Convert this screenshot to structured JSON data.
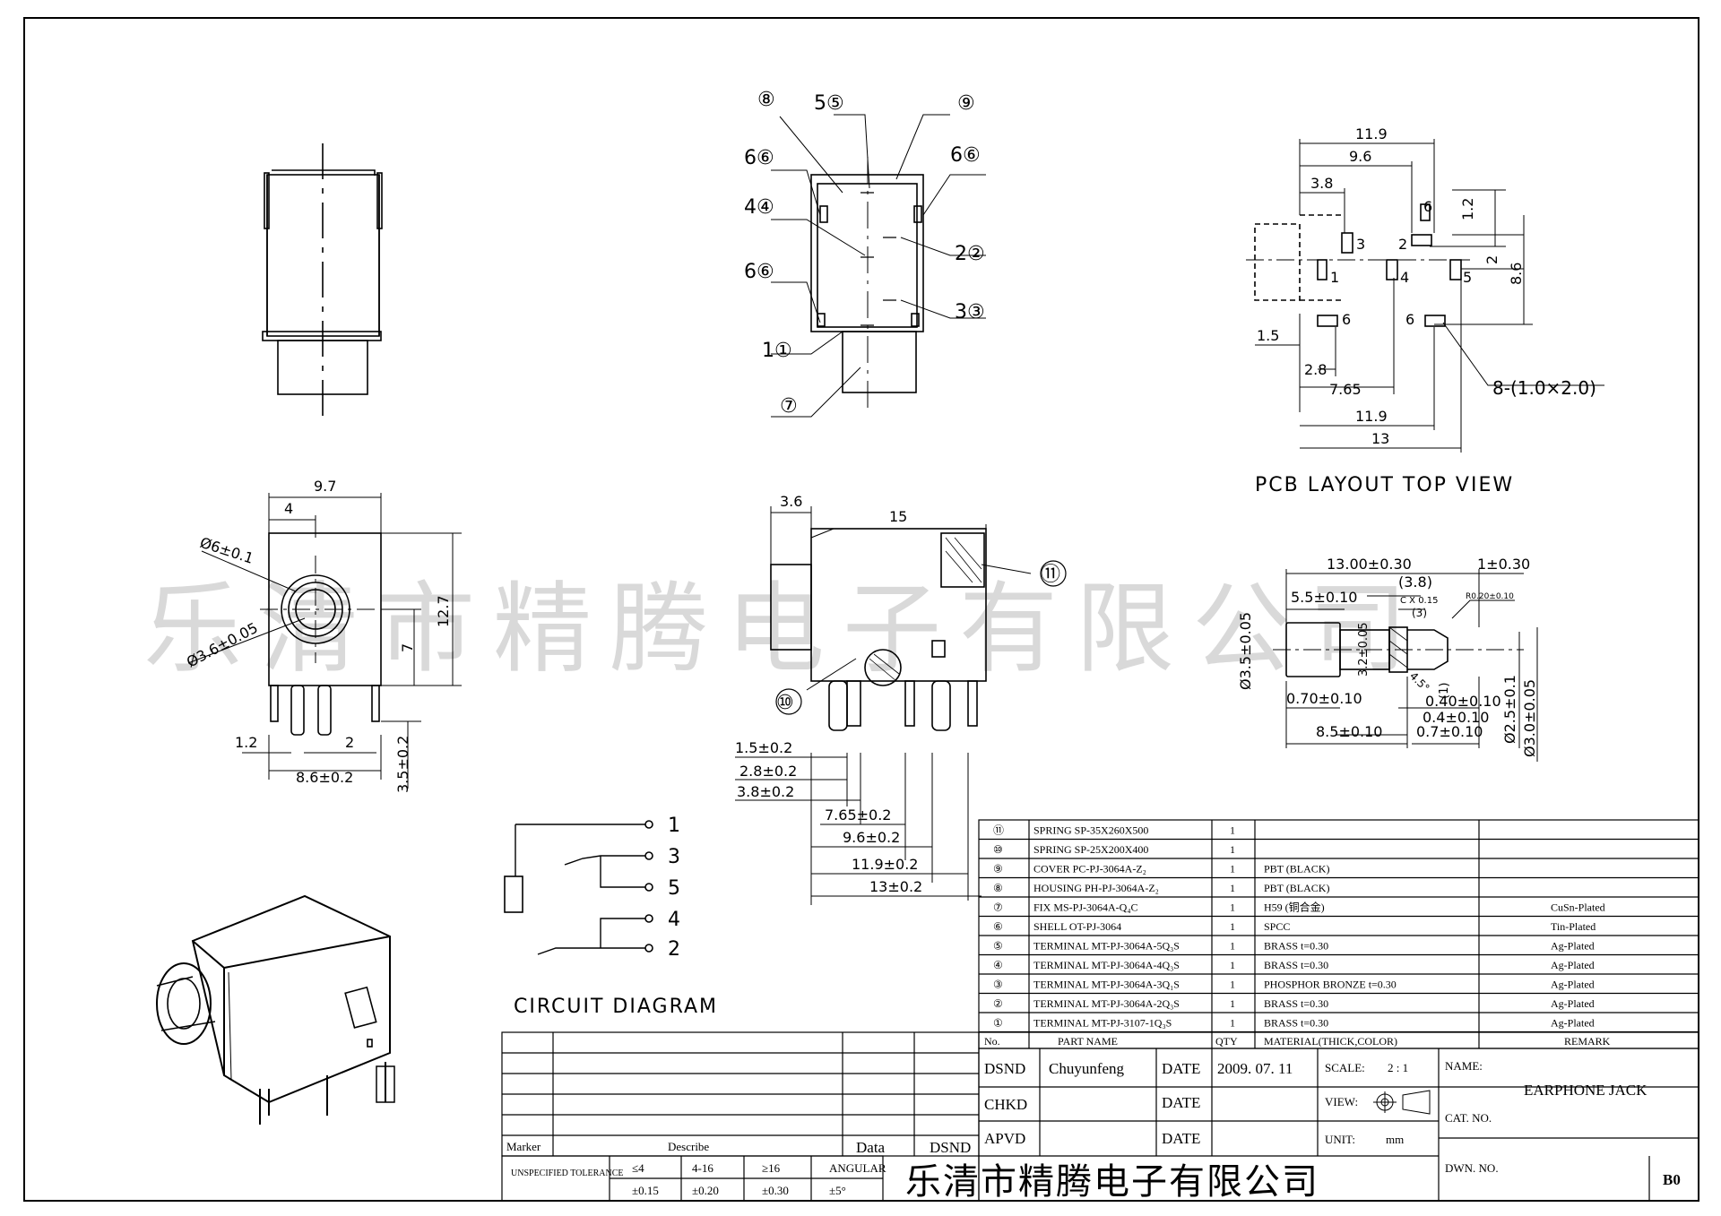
{
  "watermark": "乐清市精腾电子有限公司",
  "views": {
    "pcb_label": "PCB LAYOUT TOP VIEW",
    "circuit_label": "CIRCUIT DIAGRAM",
    "front": {
      "w": "9.7",
      "off": "4",
      "dia6": "Ø6±0.1",
      "dia36": "Ø3.6±0.05",
      "h": "12.7",
      "c": "7",
      "p1": "1.2",
      "p2": "2",
      "span": "8.6±0.2",
      "leg": "3.5±0.2"
    },
    "side": {
      "w": "15",
      "nose": "3.6",
      "d1": "1.5±0.2",
      "d2": "2.8±0.2",
      "d3": "3.8±0.2",
      "d4": "7.65±0.2",
      "d5": "9.6±0.2",
      "d6": "11.9±0.2",
      "d7": "13±0.2",
      "c10": "⑩",
      "c11": "⑪"
    },
    "pcb": {
      "d119": "11.9",
      "d96": "9.6",
      "d38": "3.8",
      "d12": "1.2",
      "d2": "2",
      "d86": "8.6",
      "d15": "1.5",
      "d28": "2.8",
      "d765": "7.65",
      "d119b": "11.9",
      "d13": "13",
      "hole": "8-(1.0×2.0)",
      "pads": [
        "6",
        "3",
        "2",
        "5",
        "1",
        "4",
        "6",
        "6"
      ]
    },
    "plug": {
      "l": "13.00±0.30",
      "t": "1±0.30",
      "a": "(3.8)",
      "b": "5.5±0.10",
      "c": "C X 0.15",
      "d": "(3)",
      "e": "R0.20±0.10",
      "f": "Ø3.5±0.05",
      "g": "0.70±0.10",
      "h": "0.40±0.10",
      "i": "0.4±0.10",
      "j": "8.5±0.10",
      "k": "0.7±0.10",
      "m": "Ø2.5±0.1",
      "n": "Ø3.0±0.05",
      "o": "3.2±0.05",
      "p": "4.5°",
      "q": "(1)"
    },
    "top_callouts": [
      "⑧",
      "5⑤",
      "⑨",
      "6⑥",
      "6⑥",
      "4④",
      "2②",
      "6⑥",
      "3③",
      "1①",
      "⑦"
    ],
    "circuit_pins": [
      "1",
      "3",
      "5",
      "4",
      "2"
    ]
  },
  "bom": {
    "rows": [
      {
        "no": "⑪",
        "name": "SPRING  SP-35X260X500",
        "qty": "1",
        "mat": "",
        "rem": ""
      },
      {
        "no": "⑩",
        "name": "SPRING  SP-25X200X400",
        "qty": "1",
        "mat": "",
        "rem": ""
      },
      {
        "no": "⑨",
        "name": "COVER    PC-PJ-3064A-Z₂",
        "qty": "1",
        "mat": "PBT  (BLACK)",
        "rem": ""
      },
      {
        "no": "⑧",
        "name": "HOUSING  PH-PJ-3064A-Z₂",
        "qty": "1",
        "mat": "PBT  (BLACK)",
        "rem": ""
      },
      {
        "no": "⑦",
        "name": "FIX  MS-PJ-3064A-Q₄C",
        "qty": "1",
        "mat": "H59  (铜合金)",
        "rem": "CuSn-Plated"
      },
      {
        "no": "⑥",
        "name": "SHELL    OT-PJ-3064",
        "qty": "1",
        "mat": "SPCC",
        "rem": "Tin-Plated"
      },
      {
        "no": "⑤",
        "name": "TERMINAL MT-PJ-3064A-5Q₃S",
        "qty": "1",
        "mat": "BRASS t=0.30",
        "rem": "Ag-Plated"
      },
      {
        "no": "④",
        "name": "TERMINAL MT-PJ-3064A-4Q₃S",
        "qty": "1",
        "mat": "BRASS t=0.30",
        "rem": "Ag-Plated"
      },
      {
        "no": "③",
        "name": "TERMINAL MT-PJ-3064A-3Q₁S",
        "qty": "1",
        "mat": "PHOSPHOR BRONZE  t=0.30",
        "rem": "Ag-Plated"
      },
      {
        "no": "②",
        "name": "TERMINAL MT-PJ-3064A-2Q₃S",
        "qty": "1",
        "mat": "BRASS  t=0.30",
        "rem": "Ag-Plated"
      },
      {
        "no": "①",
        "name": "TERMINAL MT-PJ-3107-1Q₃S",
        "qty": "1",
        "mat": "BRASS  t=0.30",
        "rem": "Ag-Plated"
      }
    ],
    "header": {
      "no": "No.",
      "name": "PART  NAME",
      "qty": "QTY",
      "mat": "MATERIAL(THICK,COLOR)",
      "rem": "REMARK"
    }
  },
  "title_block": {
    "dsnd": "DSND",
    "designer": "Chuyunfeng",
    "date_label": "DATE",
    "date": "2009. 07. 11",
    "scale_label": "SCALE:",
    "scale": "2 : 1",
    "name_label": "NAME:",
    "part_name": "EARPHONE  JACK",
    "chkd": "CHKD",
    "date2": "DATE",
    "view_label": "VIEW:",
    "cat": "CAT. NO.",
    "apvd": "APVD",
    "date3": "DATE",
    "unit_label": "UNIT:",
    "unit": "mm",
    "dwn": "DWN. NO.",
    "rev": "B0",
    "company": "乐清市精腾电子有限公司",
    "marker": "Marker",
    "describe": "Describe",
    "data": "Data",
    "dsnd2": "DSND",
    "tol_label": "UNSPECIFIED TOLERANCE",
    "tol_head": [
      "≤4",
      "4-16",
      "≥16",
      "ANGULAR"
    ],
    "tol_vals": [
      "±0.15",
      "±0.20",
      "±0.30",
      "±5°"
    ]
  }
}
